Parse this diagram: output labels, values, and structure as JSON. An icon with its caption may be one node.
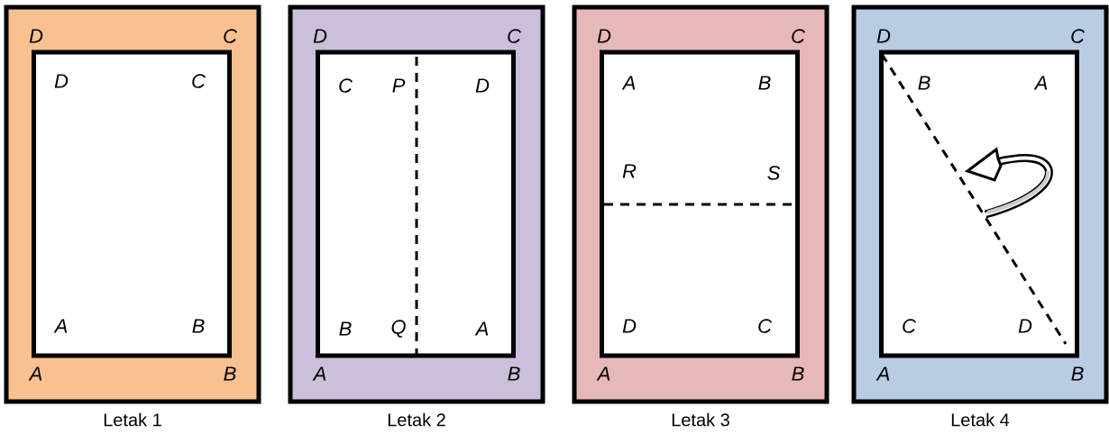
{
  "diagram": {
    "nodes": [
      {
        "text": [
          "D",
          "C",
          "A",
          "B"
        ],
        "beside": [
          "Letak 1"
        ]
      },
      {
        "text": [
          "D",
          "C",
          "A",
          "B"
        ],
        "in": 0
      },
      {
        "text": [
          "D",
          "C",
          "A",
          "B"
        ],
        "beside": [
          "Letak 2"
        ]
      },
      {
        "text": [
          "C",
          "P",
          "D",
          "B",
          "Q",
          "A"
        ],
        "in": 2
      },
      {
        "text": [
          "D",
          "C",
          "A",
          "B"
        ],
        "beside": [
          "Letak 3"
        ]
      },
      {
        "text": [
          "A",
          "B",
          "R",
          "S",
          "D",
          "C"
        ],
        "in": 4
      },
      {
        "text": [
          "D",
          "C",
          "A",
          "B"
        ],
        "beside": [
          "Letak 4"
        ]
      },
      {
        "text": [
          "B",
          "A",
          "C",
          "D"
        ],
        "in": 6
      }
    ],
    "edges": []
  }
}
